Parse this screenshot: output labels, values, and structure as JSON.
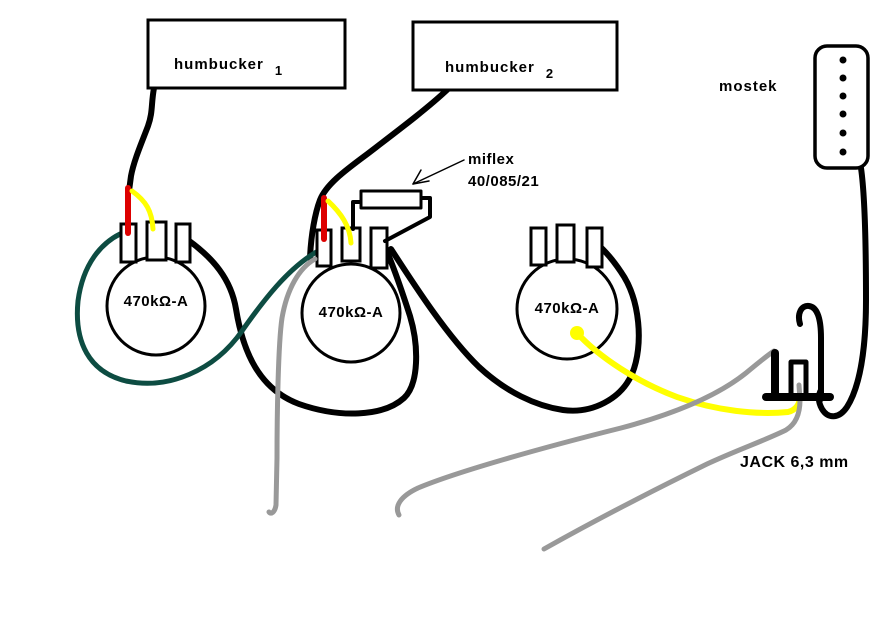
{
  "labels": {
    "pickup1": "humbucker",
    "pickup1_number": "1",
    "pickup2": "humbucker",
    "pickup2_number": "2",
    "bridge": "mostek",
    "capacitor_name": "miflex",
    "capacitor_model": "40/085/21",
    "pot1_value": "470kΩ-A",
    "pot2_value": "470kΩ-A",
    "pot3_value": "470kΩ-A",
    "jack": "JACK 6,3 mm"
  },
  "colors": {
    "wire_black": "#000000",
    "wire_red": "#dd0000",
    "wire_yellow": "#ffff00",
    "wire_gray": "#999999",
    "wire_teal": "#0d4c42",
    "component_outline": "#000000"
  }
}
